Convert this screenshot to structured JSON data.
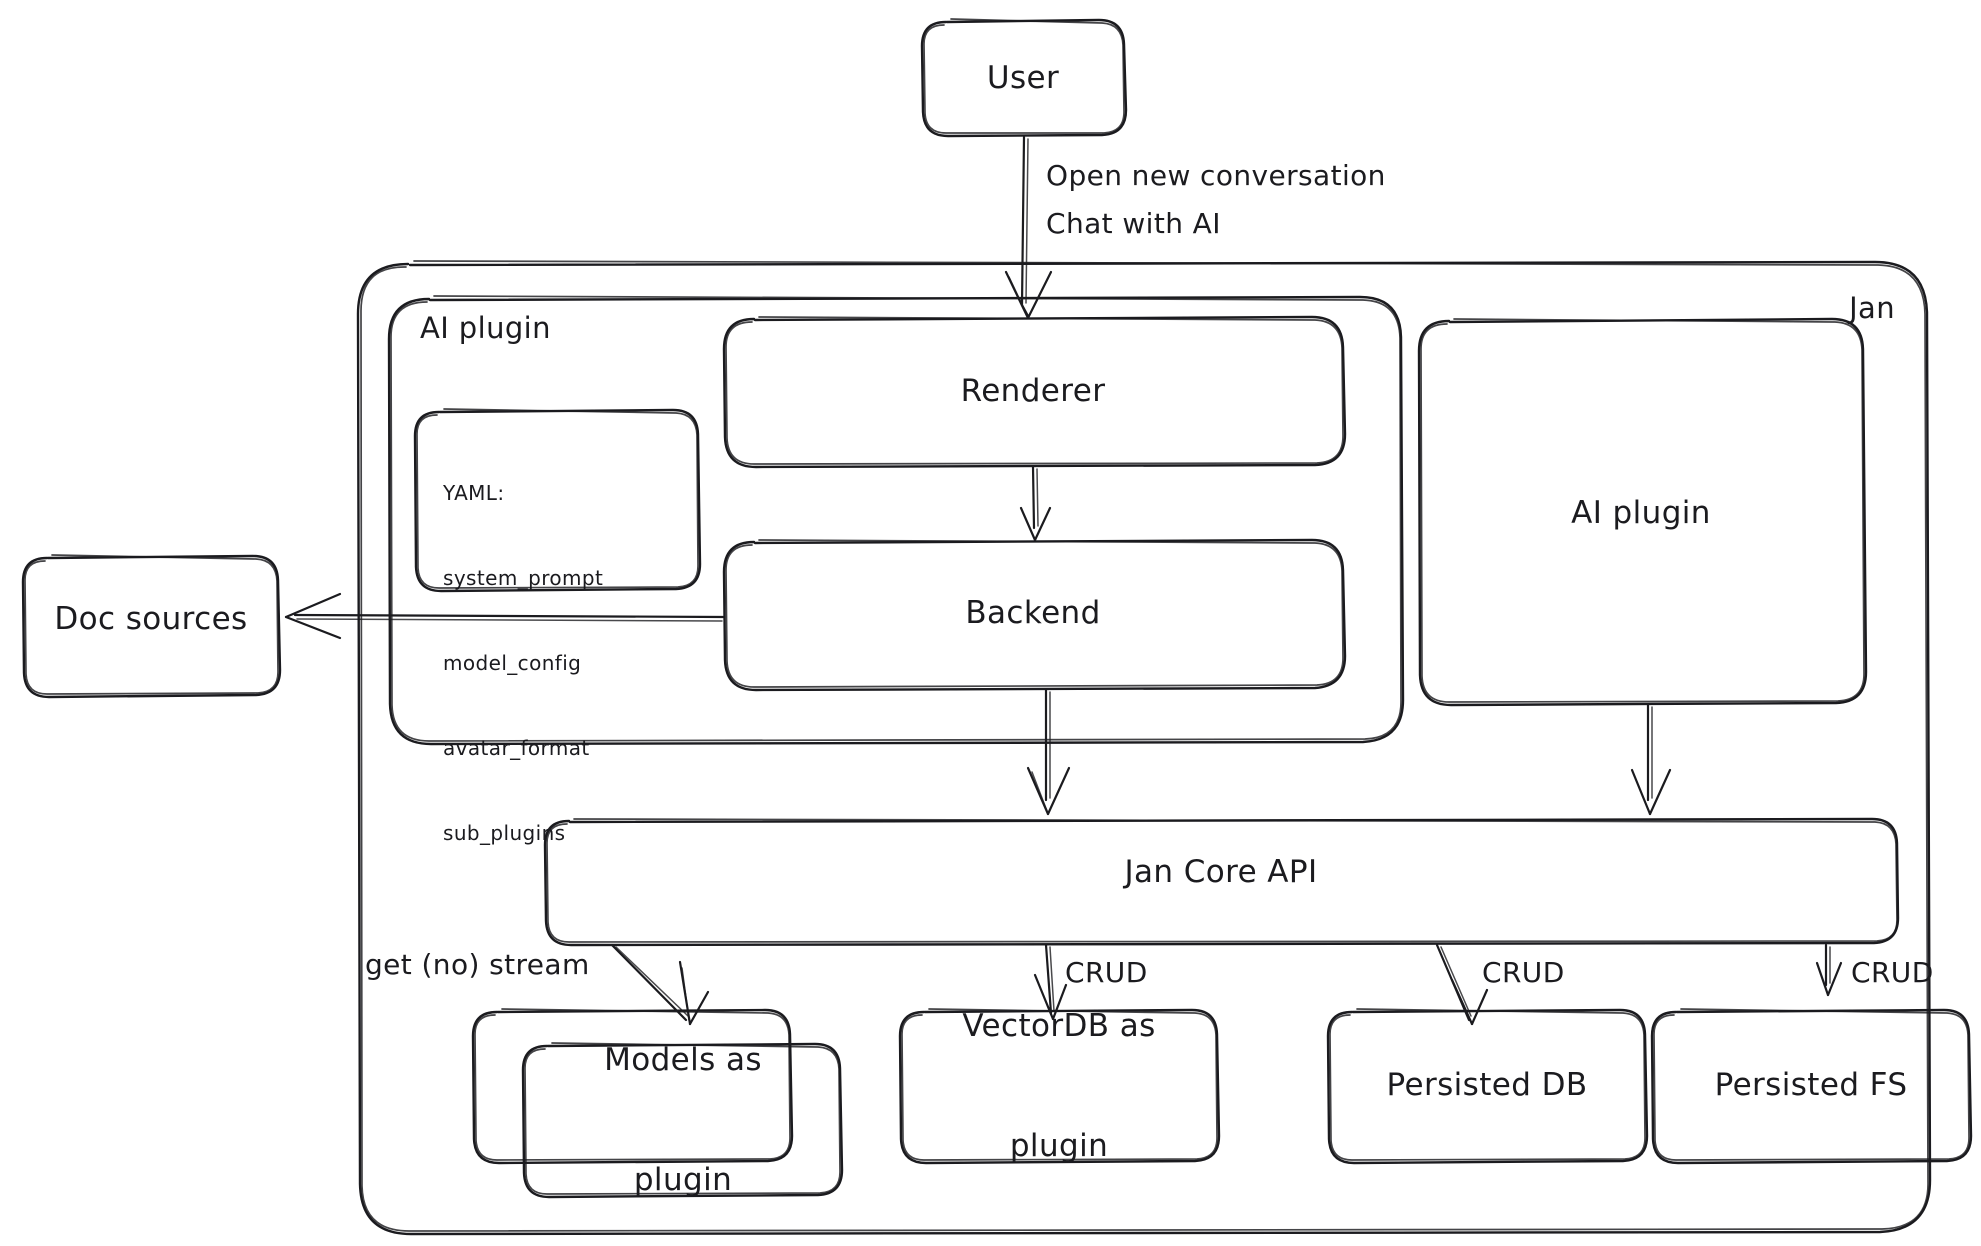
{
  "diagram": {
    "title": "Jan",
    "style": "hand-drawn",
    "stroke_color": "#1b1b1f",
    "background_color": "#ffffff"
  },
  "groups": [
    {
      "id": "jan",
      "label": "Jan"
    },
    {
      "id": "ai-plugin-group",
      "label": "AI plugin"
    }
  ],
  "nodes": [
    {
      "id": "user",
      "label": "User"
    },
    {
      "id": "renderer",
      "label": "Renderer"
    },
    {
      "id": "backend",
      "label": "Backend"
    },
    {
      "id": "ai-plugin",
      "label": "AI plugin"
    },
    {
      "id": "doc-sources",
      "label": "Doc sources"
    },
    {
      "id": "jan-core-api",
      "label": "Jan Core API"
    },
    {
      "id": "models-as-plugin",
      "label": "Models as\nplugin",
      "line1": "Models as",
      "line2": "plugin"
    },
    {
      "id": "vectordb-as-plugin",
      "label": "VectorDB as\nplugin",
      "line1": "VectorDB as",
      "line2": "plugin"
    },
    {
      "id": "persisted-db",
      "label": "Persisted DB"
    },
    {
      "id": "persisted-fs",
      "label": "Persisted FS"
    }
  ],
  "yaml_note": {
    "title": "YAML:",
    "keys": [
      "system_prompt",
      "model_config",
      "avatar_format",
      "sub_plugins"
    ]
  },
  "edges": [
    {
      "id": "user-to-renderer",
      "from": "user",
      "to": "renderer",
      "label_line1": "Open new conversation",
      "label_line2": "Chat with AI"
    },
    {
      "id": "renderer-to-backend",
      "from": "renderer",
      "to": "backend",
      "label": ""
    },
    {
      "id": "backend-to-doc-sources",
      "from": "backend",
      "to": "doc-sources",
      "label": ""
    },
    {
      "id": "backend-to-core",
      "from": "backend",
      "to": "jan-core-api",
      "label": ""
    },
    {
      "id": "ai-plugin-to-core",
      "from": "ai-plugin",
      "to": "jan-core-api",
      "label": ""
    },
    {
      "id": "core-to-models",
      "from": "jan-core-api",
      "to": "models-as-plugin",
      "label": "get (no) stream"
    },
    {
      "id": "core-to-vectordb",
      "from": "jan-core-api",
      "to": "vectordb-as-plugin",
      "label": "CRUD"
    },
    {
      "id": "core-to-persisted-db",
      "from": "jan-core-api",
      "to": "persisted-db",
      "label": "CRUD"
    },
    {
      "id": "core-to-persisted-fs",
      "from": "jan-core-api",
      "to": "persisted-fs",
      "label": "CRUD"
    }
  ]
}
